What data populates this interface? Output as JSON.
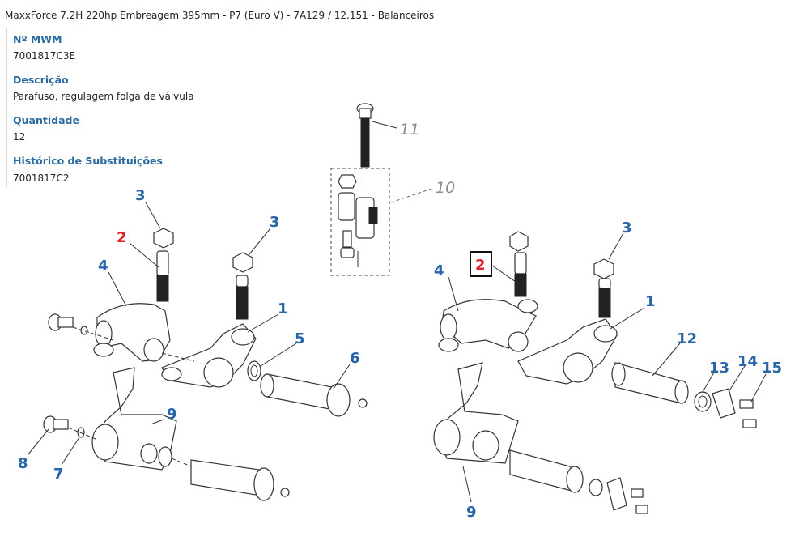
{
  "header": {
    "title": "MaxxForce 7.2H 220hp Embreagem 395mm - P7 (Euro V) - 7A129  /  12.151 - Balanceiros"
  },
  "info": {
    "mwm_label": "Nº MWM",
    "mwm_value": "7001817C3E",
    "descricao_label": "Descrição",
    "descricao_value": "Parafuso, regulagem folga de válvula",
    "quantidade_label": "Quantidade",
    "quantidade_value": "12",
    "historico_label": "Histórico de Substituições",
    "historico_value": "7001817C2"
  },
  "diagram": {
    "callouts": {
      "c1_left": "1",
      "c1_right": "1",
      "c2_left": "2",
      "c2_right": "2",
      "c3_left_a": "3",
      "c3_left_b": "3",
      "c3_right": "3",
      "c4_left": "4",
      "c4_right": "4",
      "c5": "5",
      "c6": "6",
      "c7": "7",
      "c8": "8",
      "c9_left": "9",
      "c9_right": "9",
      "c10": "10",
      "c11": "11",
      "c12": "12",
      "c13": "13",
      "c14": "14",
      "c15": "15"
    },
    "colors": {
      "callout_blue": "#2864a8",
      "callout_red": "#e0202a",
      "callout_gray": "#8a8a8a",
      "label_blue": "#2a6aa0"
    }
  }
}
